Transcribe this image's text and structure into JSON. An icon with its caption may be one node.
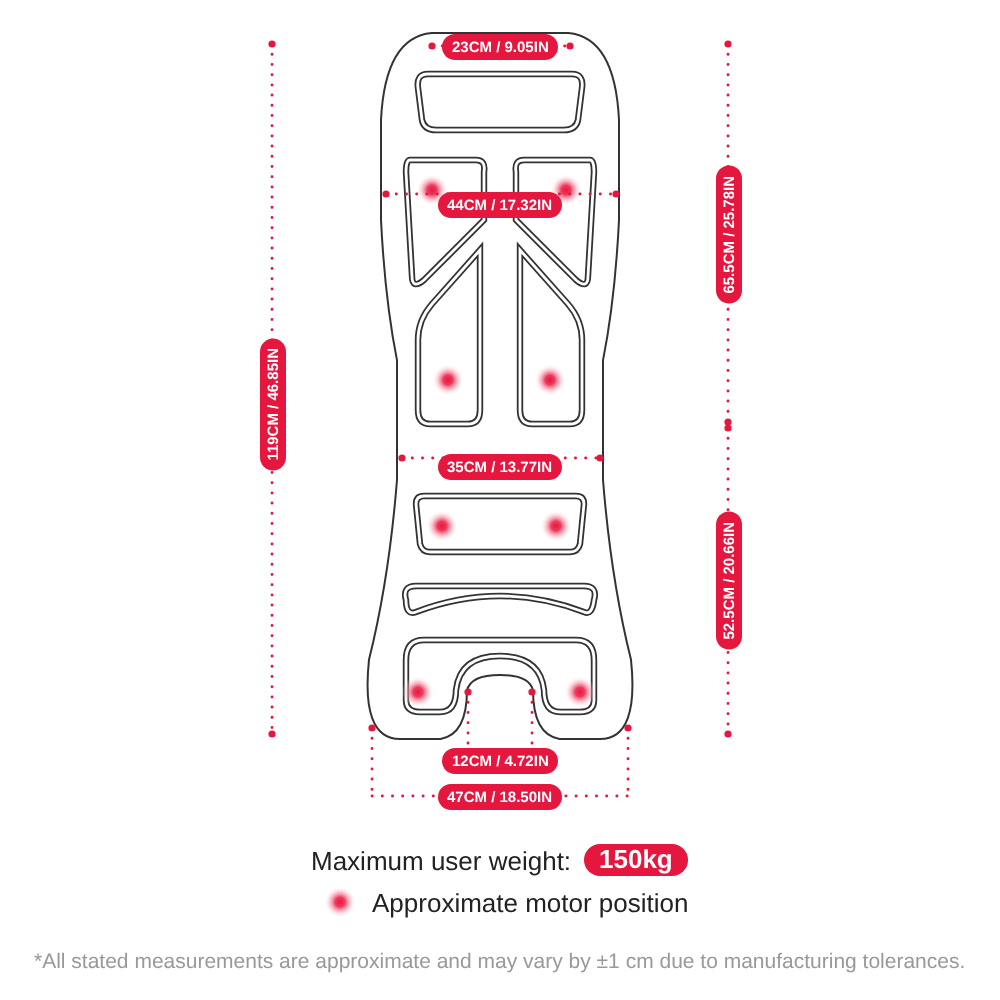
{
  "diagram": {
    "caption": "*All stated measurements are approximate and may vary by ±1 cm due to manufacturing tolerances.",
    "labels": [
      "23CM / 9.05IN",
      "119CM / 46.85IN",
      "65.5CM / 25.78IN",
      "44CM / 17.32IN",
      "35CM / 13.77IN",
      "52.5CM / 20.66IN",
      "12CM / 4.72IN",
      "47CM / 18.50IN",
      "Maximum user weight:",
      "150kg"
    ],
    "legend": [
      {
        "text": "Approximate motor position"
      }
    ]
  }
}
